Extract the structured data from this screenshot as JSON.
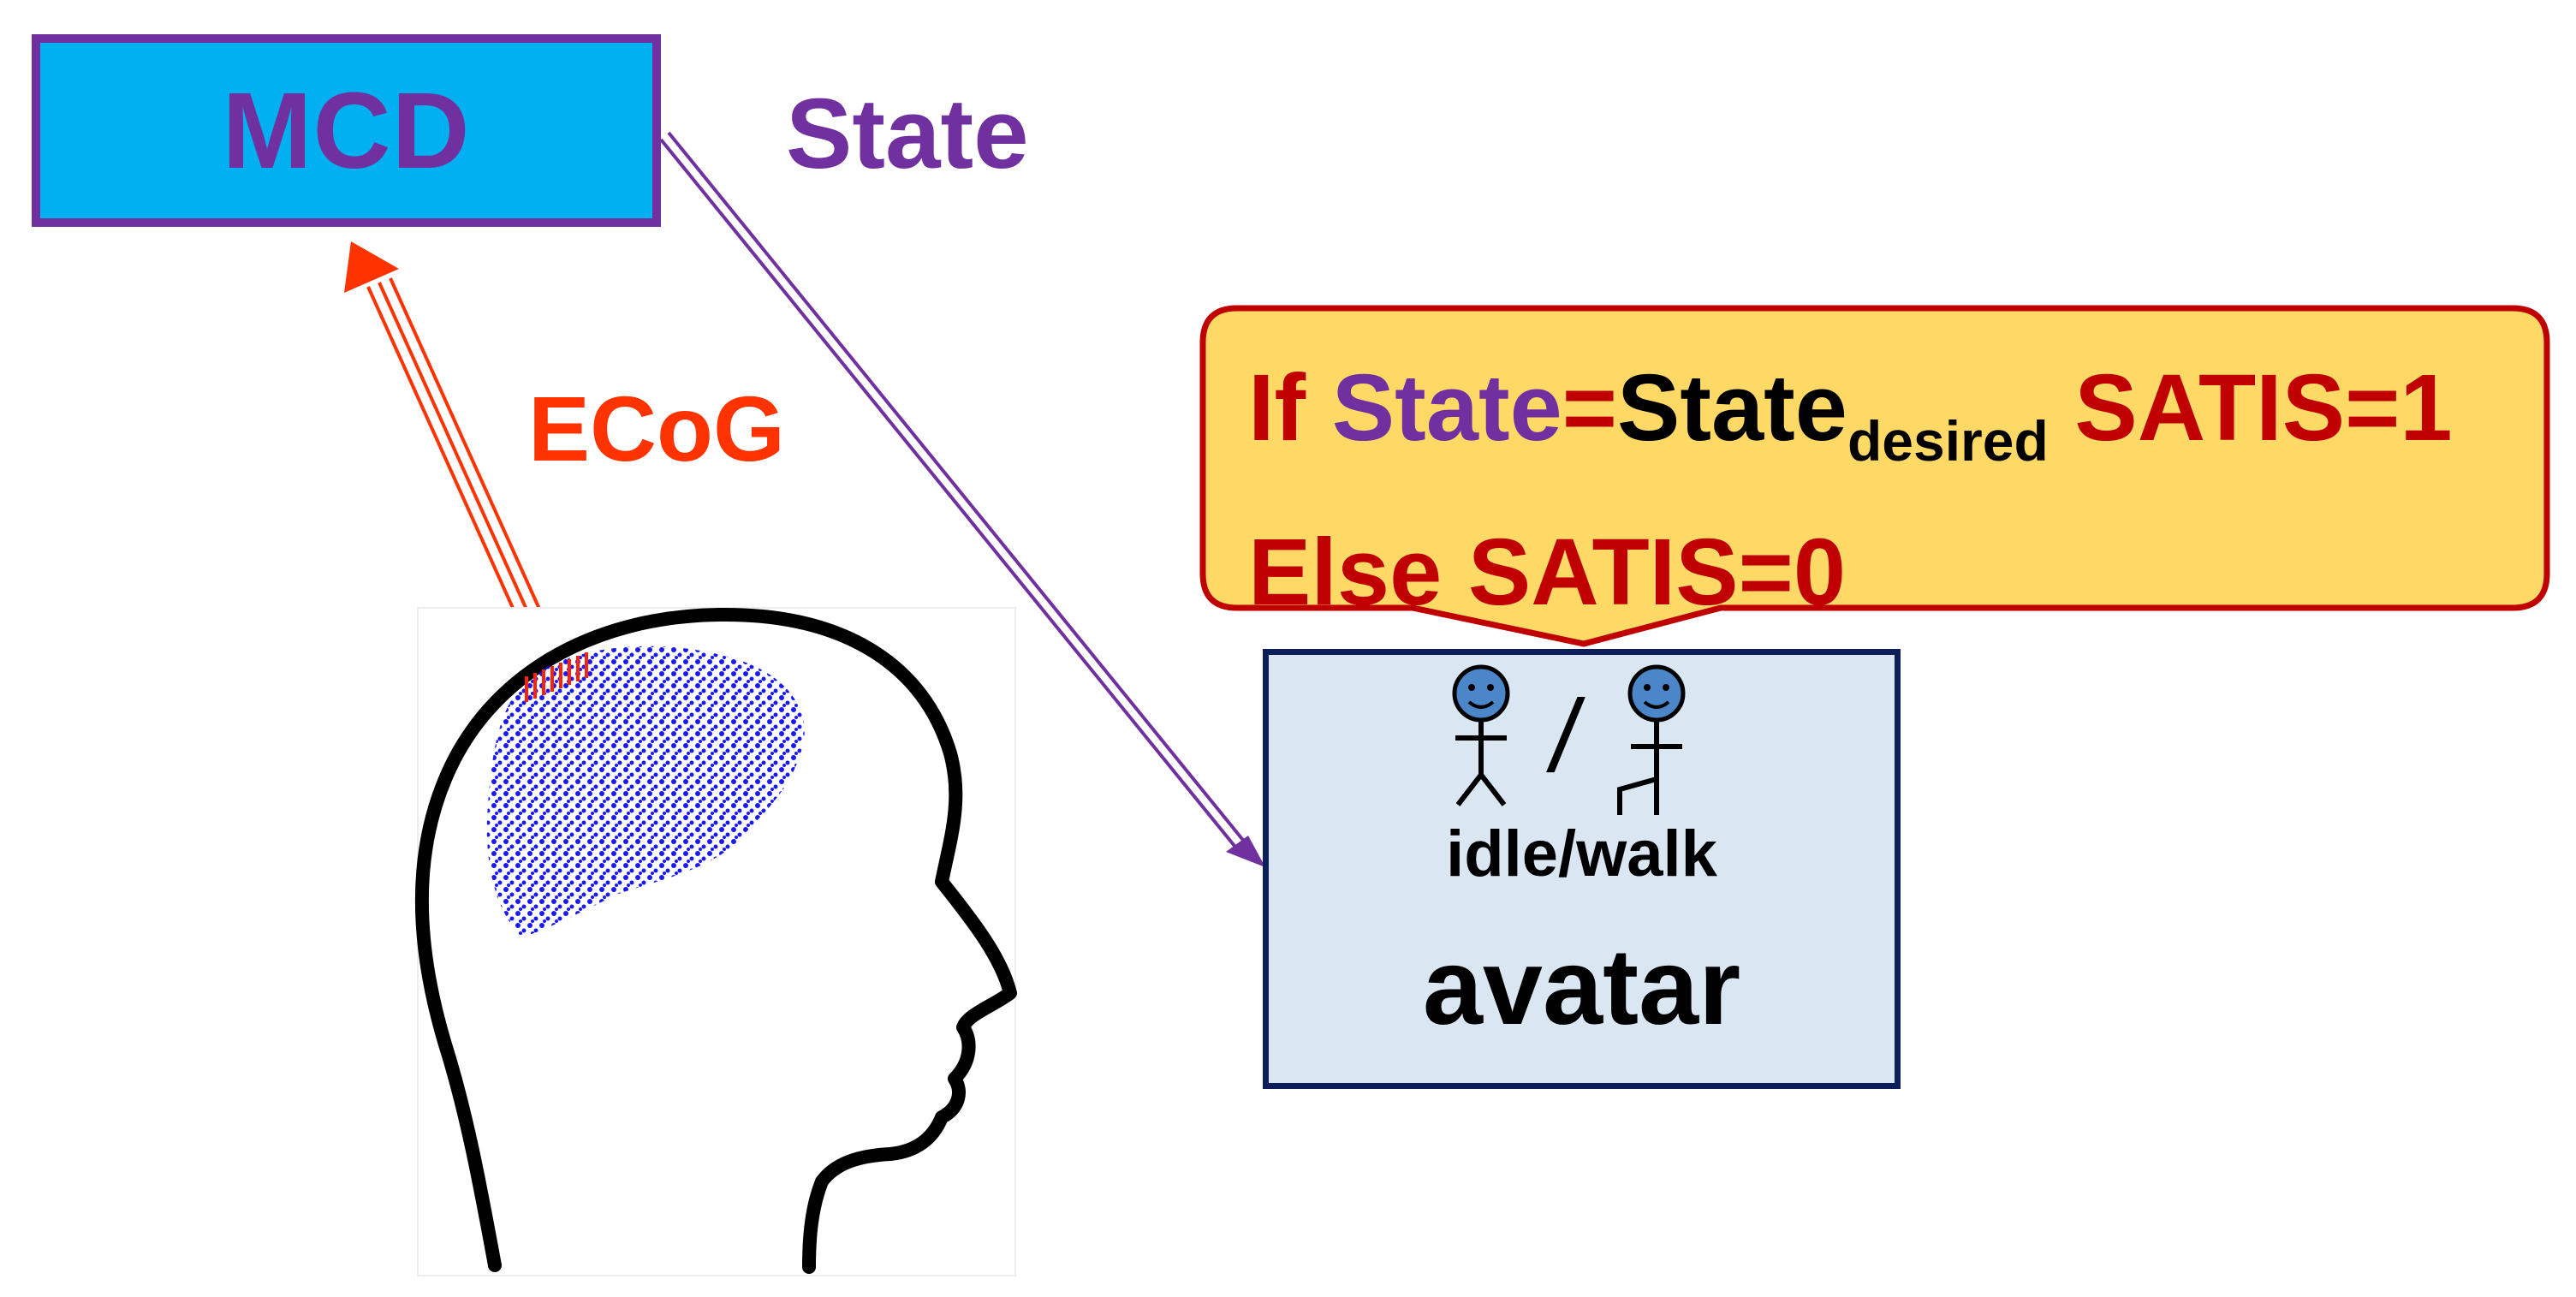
{
  "diagram": {
    "mcd_label": "MCD",
    "state_label": "State",
    "ecog_label": "ECoG",
    "condition": {
      "if_word": "If",
      "state_word": "State",
      "equals": "=",
      "state_desired_base": "State",
      "state_desired_sub": "desired",
      "satis_true": "SATIS=1",
      "else_line": "Else SATIS=0"
    },
    "avatar": {
      "modes_label": "idle/walk",
      "slash": "/",
      "title": "avatar"
    },
    "colors": {
      "purple": "#7030a0",
      "mcd_fill": "#00b0f0",
      "ecog_arrow": "#ff3300",
      "bubble_fill": "#ffd966",
      "bubble_text": "#c00000",
      "brain_dots": "#0000ee",
      "avatar_fill": "#dae7f3"
    },
    "icons": [
      "idle-figure-icon",
      "walking-figure-icon",
      "human-head-icon",
      "brain-icon",
      "electrode-array-icon"
    ]
  }
}
